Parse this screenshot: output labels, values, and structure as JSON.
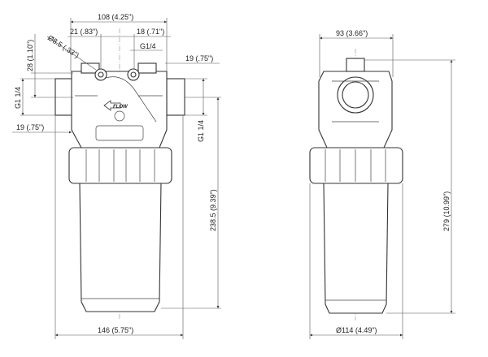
{
  "front_view": {
    "width_top": "108 (4.25\")",
    "offset_left": "21 (.83\")",
    "offset_right": "18 (.71\")",
    "hole": "Ø8.5 (.33\")",
    "gauge_port": "G1/4",
    "pipe_right": "19 (.75\")",
    "height_top": "28 (1.10\")",
    "inlet": "G1 1/4",
    "pipe_left": "19 (.75\")",
    "outlet": "G1 1/4",
    "height": "238.5 (9.39\")",
    "width_overall": "146 (5.75\")",
    "flow_label": "FLOW"
  },
  "side_view": {
    "width_head": "93 (3.66\")",
    "height_total": "279 (10.99\")",
    "diameter": "Ø114 (4.49\")"
  }
}
